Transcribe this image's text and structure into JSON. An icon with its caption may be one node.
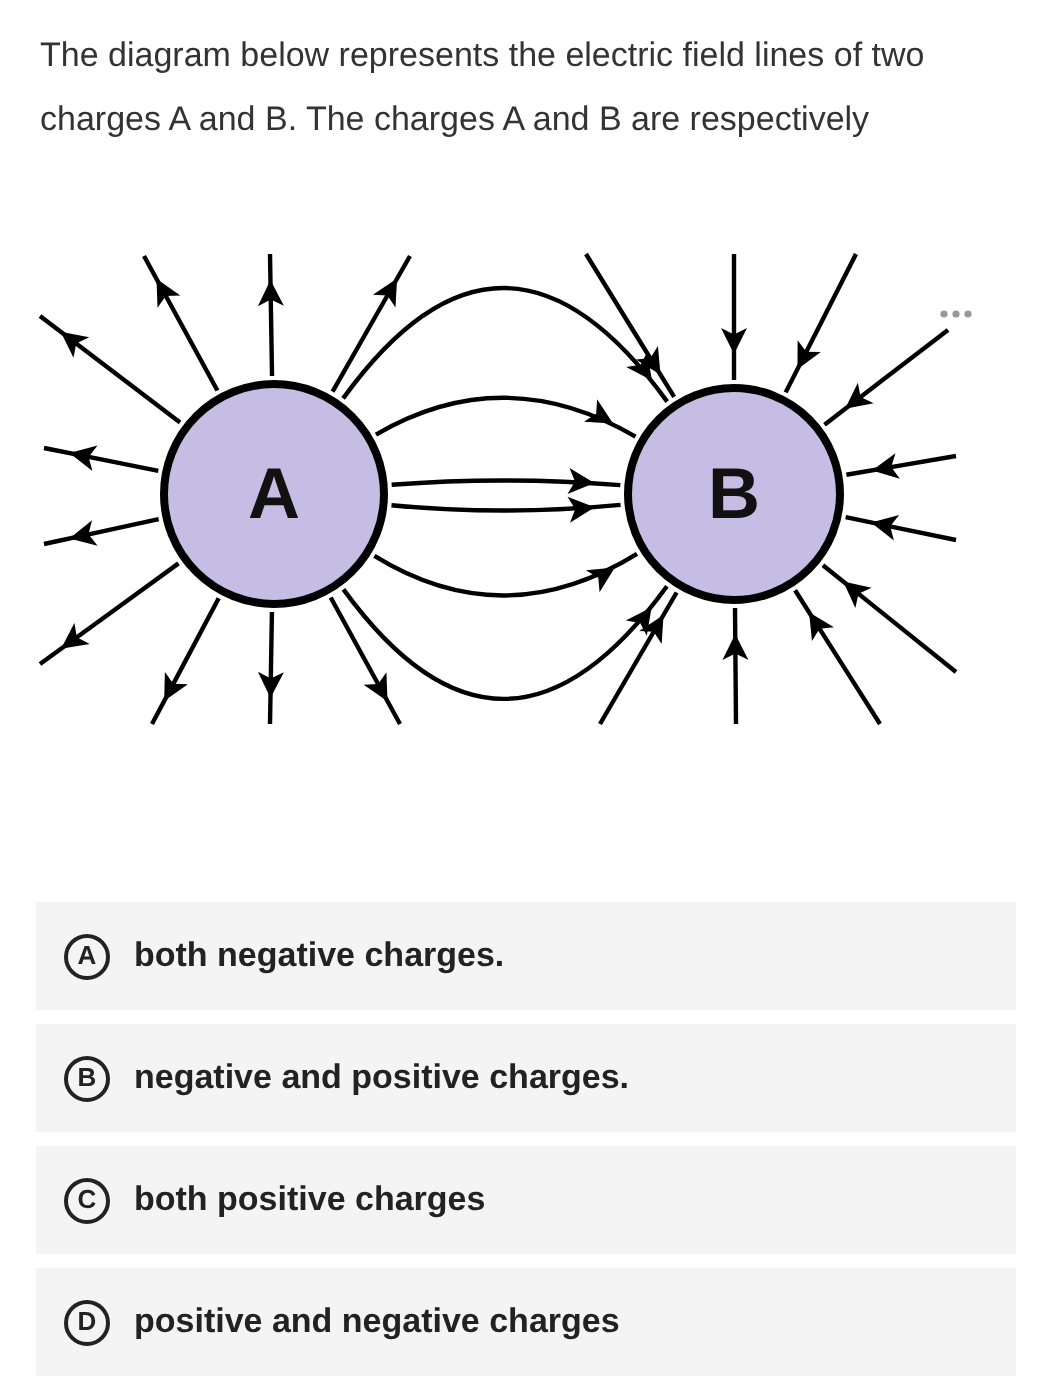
{
  "diagram": {
    "title": "The diagram below represents the electric field lines of two charges A and B. The charges A and B are respectively",
    "nodes": [
      {
        "text": [
          "A"
        ]
      },
      {
        "text": [
          "B"
        ]
      }
    ],
    "edges": [
      {
        "from": 0,
        "to": 1,
        "arrow": "to"
      },
      {
        "from": 0,
        "to": 1,
        "arrow": "to"
      },
      {
        "from": 0,
        "to": 1,
        "arrow": "to"
      },
      {
        "from": 0,
        "to": 1,
        "arrow": "to"
      },
      {
        "from": 0,
        "to": 1,
        "arrow": "to"
      },
      {
        "from": 0,
        "to": 1,
        "arrow": "to"
      },
      {
        "from": 0,
        "to": null,
        "arrow": "to"
      },
      {
        "from": 0,
        "to": null,
        "arrow": "to"
      },
      {
        "from": 0,
        "to": null,
        "arrow": "to"
      },
      {
        "from": 0,
        "to": null,
        "arrow": "to"
      },
      {
        "from": 0,
        "to": null,
        "arrow": "to"
      },
      {
        "from": 0,
        "to": null,
        "arrow": "to"
      },
      {
        "from": 0,
        "to": null,
        "arrow": "to"
      },
      {
        "from": 0,
        "to": null,
        "arrow": "to"
      },
      {
        "from": 0,
        "to": null,
        "arrow": "to"
      },
      {
        "from": 0,
        "to": null,
        "arrow": "to"
      },
      {
        "from": null,
        "to": 1,
        "arrow": "to"
      },
      {
        "from": null,
        "to": 1,
        "arrow": "to"
      },
      {
        "from": null,
        "to": 1,
        "arrow": "to"
      },
      {
        "from": null,
        "to": 1,
        "arrow": "to"
      },
      {
        "from": null,
        "to": 1,
        "arrow": "to"
      },
      {
        "from": null,
        "to": 1,
        "arrow": "to"
      },
      {
        "from": null,
        "to": 1,
        "arrow": "to"
      },
      {
        "from": null,
        "to": 1,
        "arrow": "to"
      },
      {
        "from": null,
        "to": 1,
        "arrow": "to"
      },
      {
        "from": null,
        "to": 1,
        "arrow": "to"
      }
    ],
    "labels": [
      "A",
      "both negative charges.",
      "B",
      "negative and positive charges.",
      "C",
      "both positive charges",
      "D",
      "positive and negative charges"
    ]
  }
}
